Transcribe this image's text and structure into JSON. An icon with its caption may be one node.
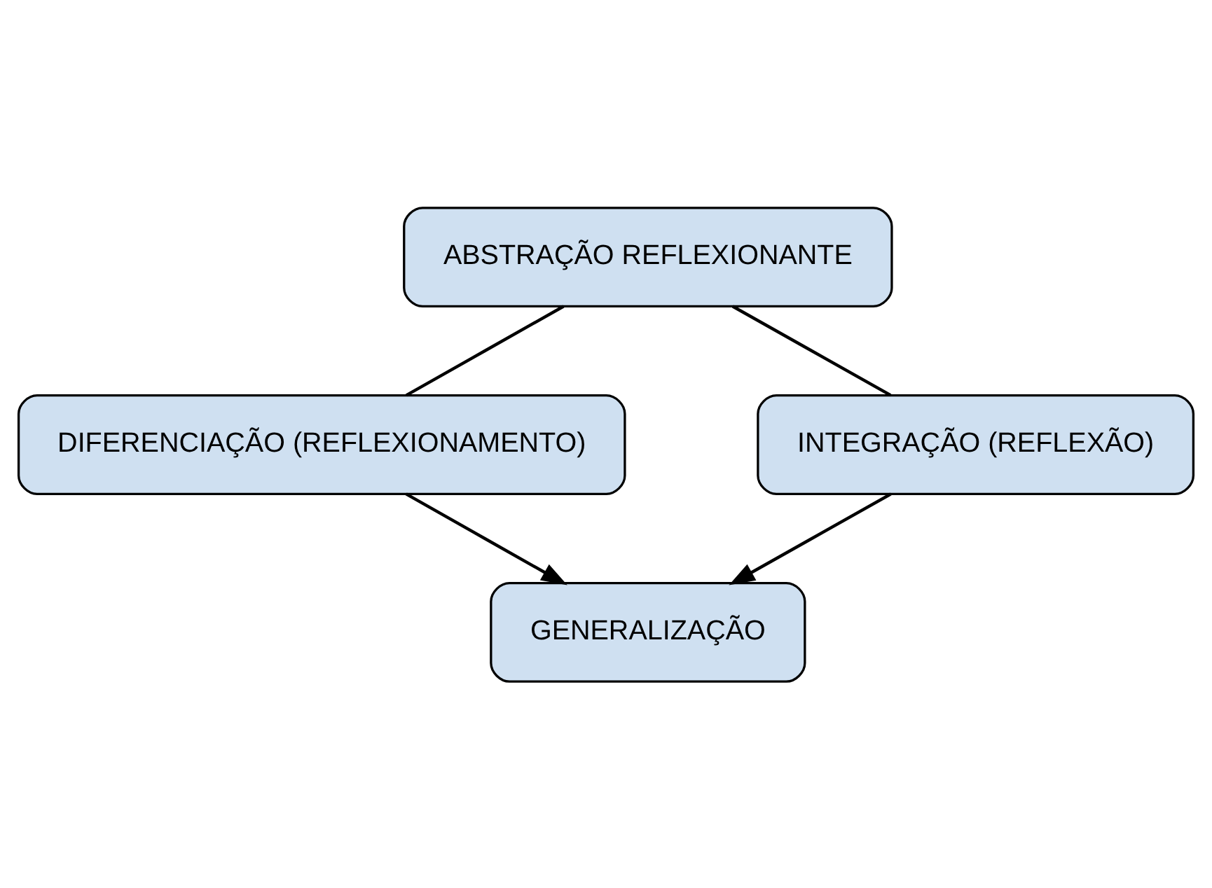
{
  "diagram": {
    "nodes": [
      {
        "text": [
          "ABSTRAÇÃO REFLEXIONANTE"
        ]
      },
      {
        "text": [
          "DIFERENCIAÇÃO (REFLEXIONAMENTO)"
        ]
      },
      {
        "text": [
          "INTEGRAÇÃO (REFLEXÃO)"
        ]
      },
      {
        "text": [
          "GENERALIZAÇÃO"
        ]
      }
    ],
    "edges": [
      {
        "from": 0,
        "to": 1,
        "arrow": "none"
      },
      {
        "from": 0,
        "to": 2,
        "arrow": "none"
      },
      {
        "from": 1,
        "to": 3,
        "arrow": "to"
      },
      {
        "from": 2,
        "to": 3,
        "arrow": "to"
      }
    ]
  }
}
